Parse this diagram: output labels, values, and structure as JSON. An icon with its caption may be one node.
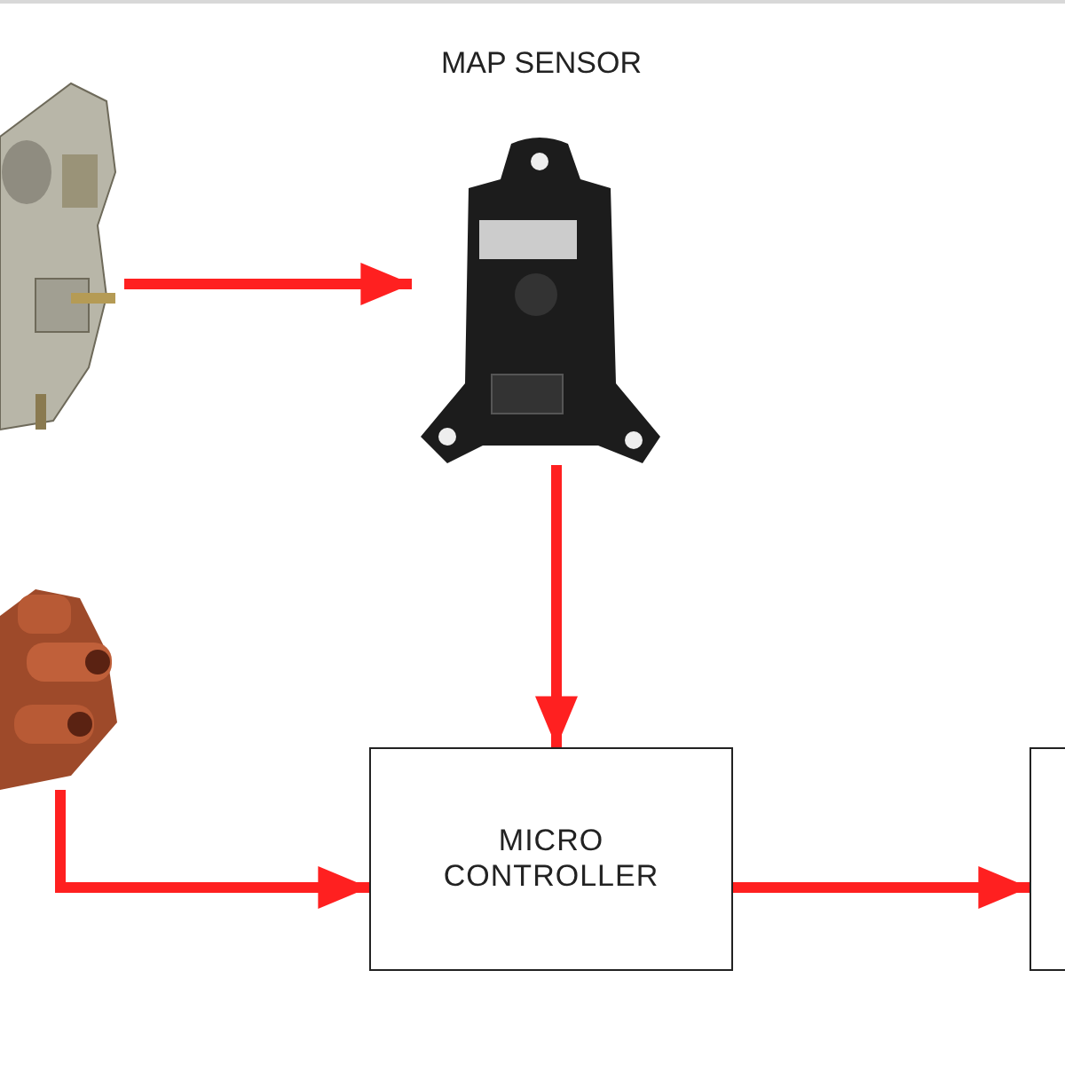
{
  "diagram": {
    "nodes": [
      {
        "text": [],
        "shape": "picture"
      },
      {
        "text": [
          "MAP SENSOR"
        ]
      },
      {
        "text": [],
        "shape": "picture"
      },
      {
        "text": [
          "MICRO CONTROLLER"
        ]
      },
      {
        "text": [],
        "shape": "box"
      }
    ],
    "edges": [
      {
        "from": 0,
        "to": 1,
        "arrow": "to"
      },
      {
        "from": 1,
        "to": 3,
        "arrow": "to"
      },
      {
        "from": 2,
        "to": 3,
        "arrow": "to"
      },
      {
        "from": 3,
        "to": 4,
        "arrow": "to"
      }
    ]
  }
}
